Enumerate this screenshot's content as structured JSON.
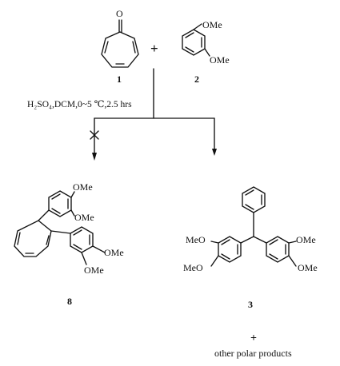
{
  "reactants": {
    "tropone": {
      "number": "1",
      "oxygen": "O"
    },
    "plus": "+",
    "veratrole": {
      "number": "2",
      "substituents": [
        "OMe",
        "OMe"
      ]
    }
  },
  "conditions": {
    "text": "H₂SO₄,DCM,0~5 ℃,2.5 hrs"
  },
  "products": {
    "blocked": {
      "number": "8",
      "substituents": [
        "OMe",
        "OMe",
        "OMe",
        "OMe"
      ]
    },
    "observed": {
      "number": "3",
      "substituents": [
        "MeO",
        "MeO",
        "OMe",
        "OMe"
      ]
    },
    "byproducts": {
      "plus": "+",
      "text": "other polar products"
    }
  }
}
